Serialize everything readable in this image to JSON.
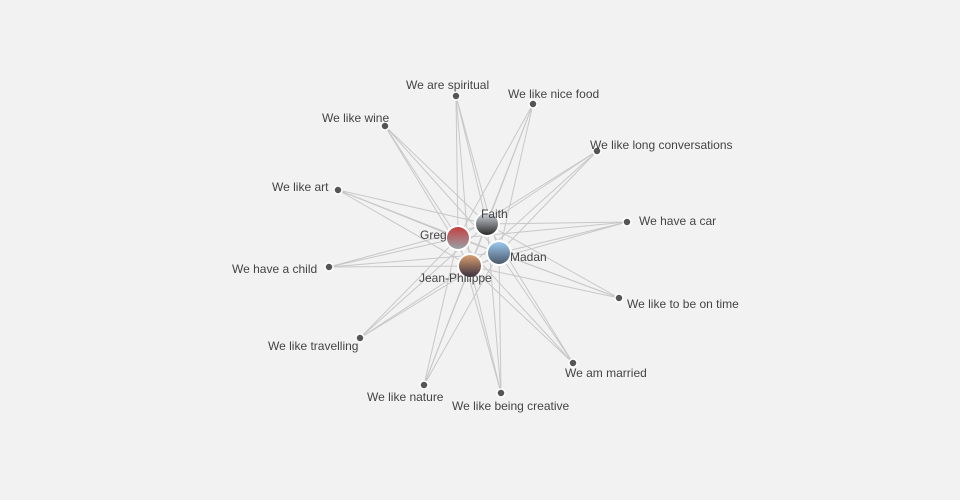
{
  "graph": {
    "people": [
      {
        "id": "faith",
        "name": "Faith",
        "colors": [
          "#cfd6de",
          "#2a2a2a"
        ]
      },
      {
        "id": "greg",
        "name": "Greg",
        "colors": [
          "#c44040",
          "#9aa0a8"
        ]
      },
      {
        "id": "madan",
        "name": "Madan",
        "colors": [
          "#9cc8ee",
          "#4a5a6a"
        ]
      },
      {
        "id": "jean-philippe",
        "name": "Jean-Philippe",
        "colors": [
          "#d9a070",
          "#3a3040"
        ]
      }
    ],
    "interests": [
      {
        "id": "spiritual",
        "label": "We are spiritual"
      },
      {
        "id": "nice-food",
        "label": "We like nice food"
      },
      {
        "id": "long-conversations",
        "label": "We like long conversations"
      },
      {
        "id": "car",
        "label": "We have a car"
      },
      {
        "id": "on-time",
        "label": "We like to be on time"
      },
      {
        "id": "married",
        "label": "We am married"
      },
      {
        "id": "creative",
        "label": "We like being creative"
      },
      {
        "id": "nature",
        "label": "We like nature"
      },
      {
        "id": "travelling",
        "label": "We like travelling"
      },
      {
        "id": "child",
        "label": "We have a child"
      },
      {
        "id": "art",
        "label": "We like art"
      },
      {
        "id": "wine",
        "label": "We like wine"
      }
    ]
  }
}
